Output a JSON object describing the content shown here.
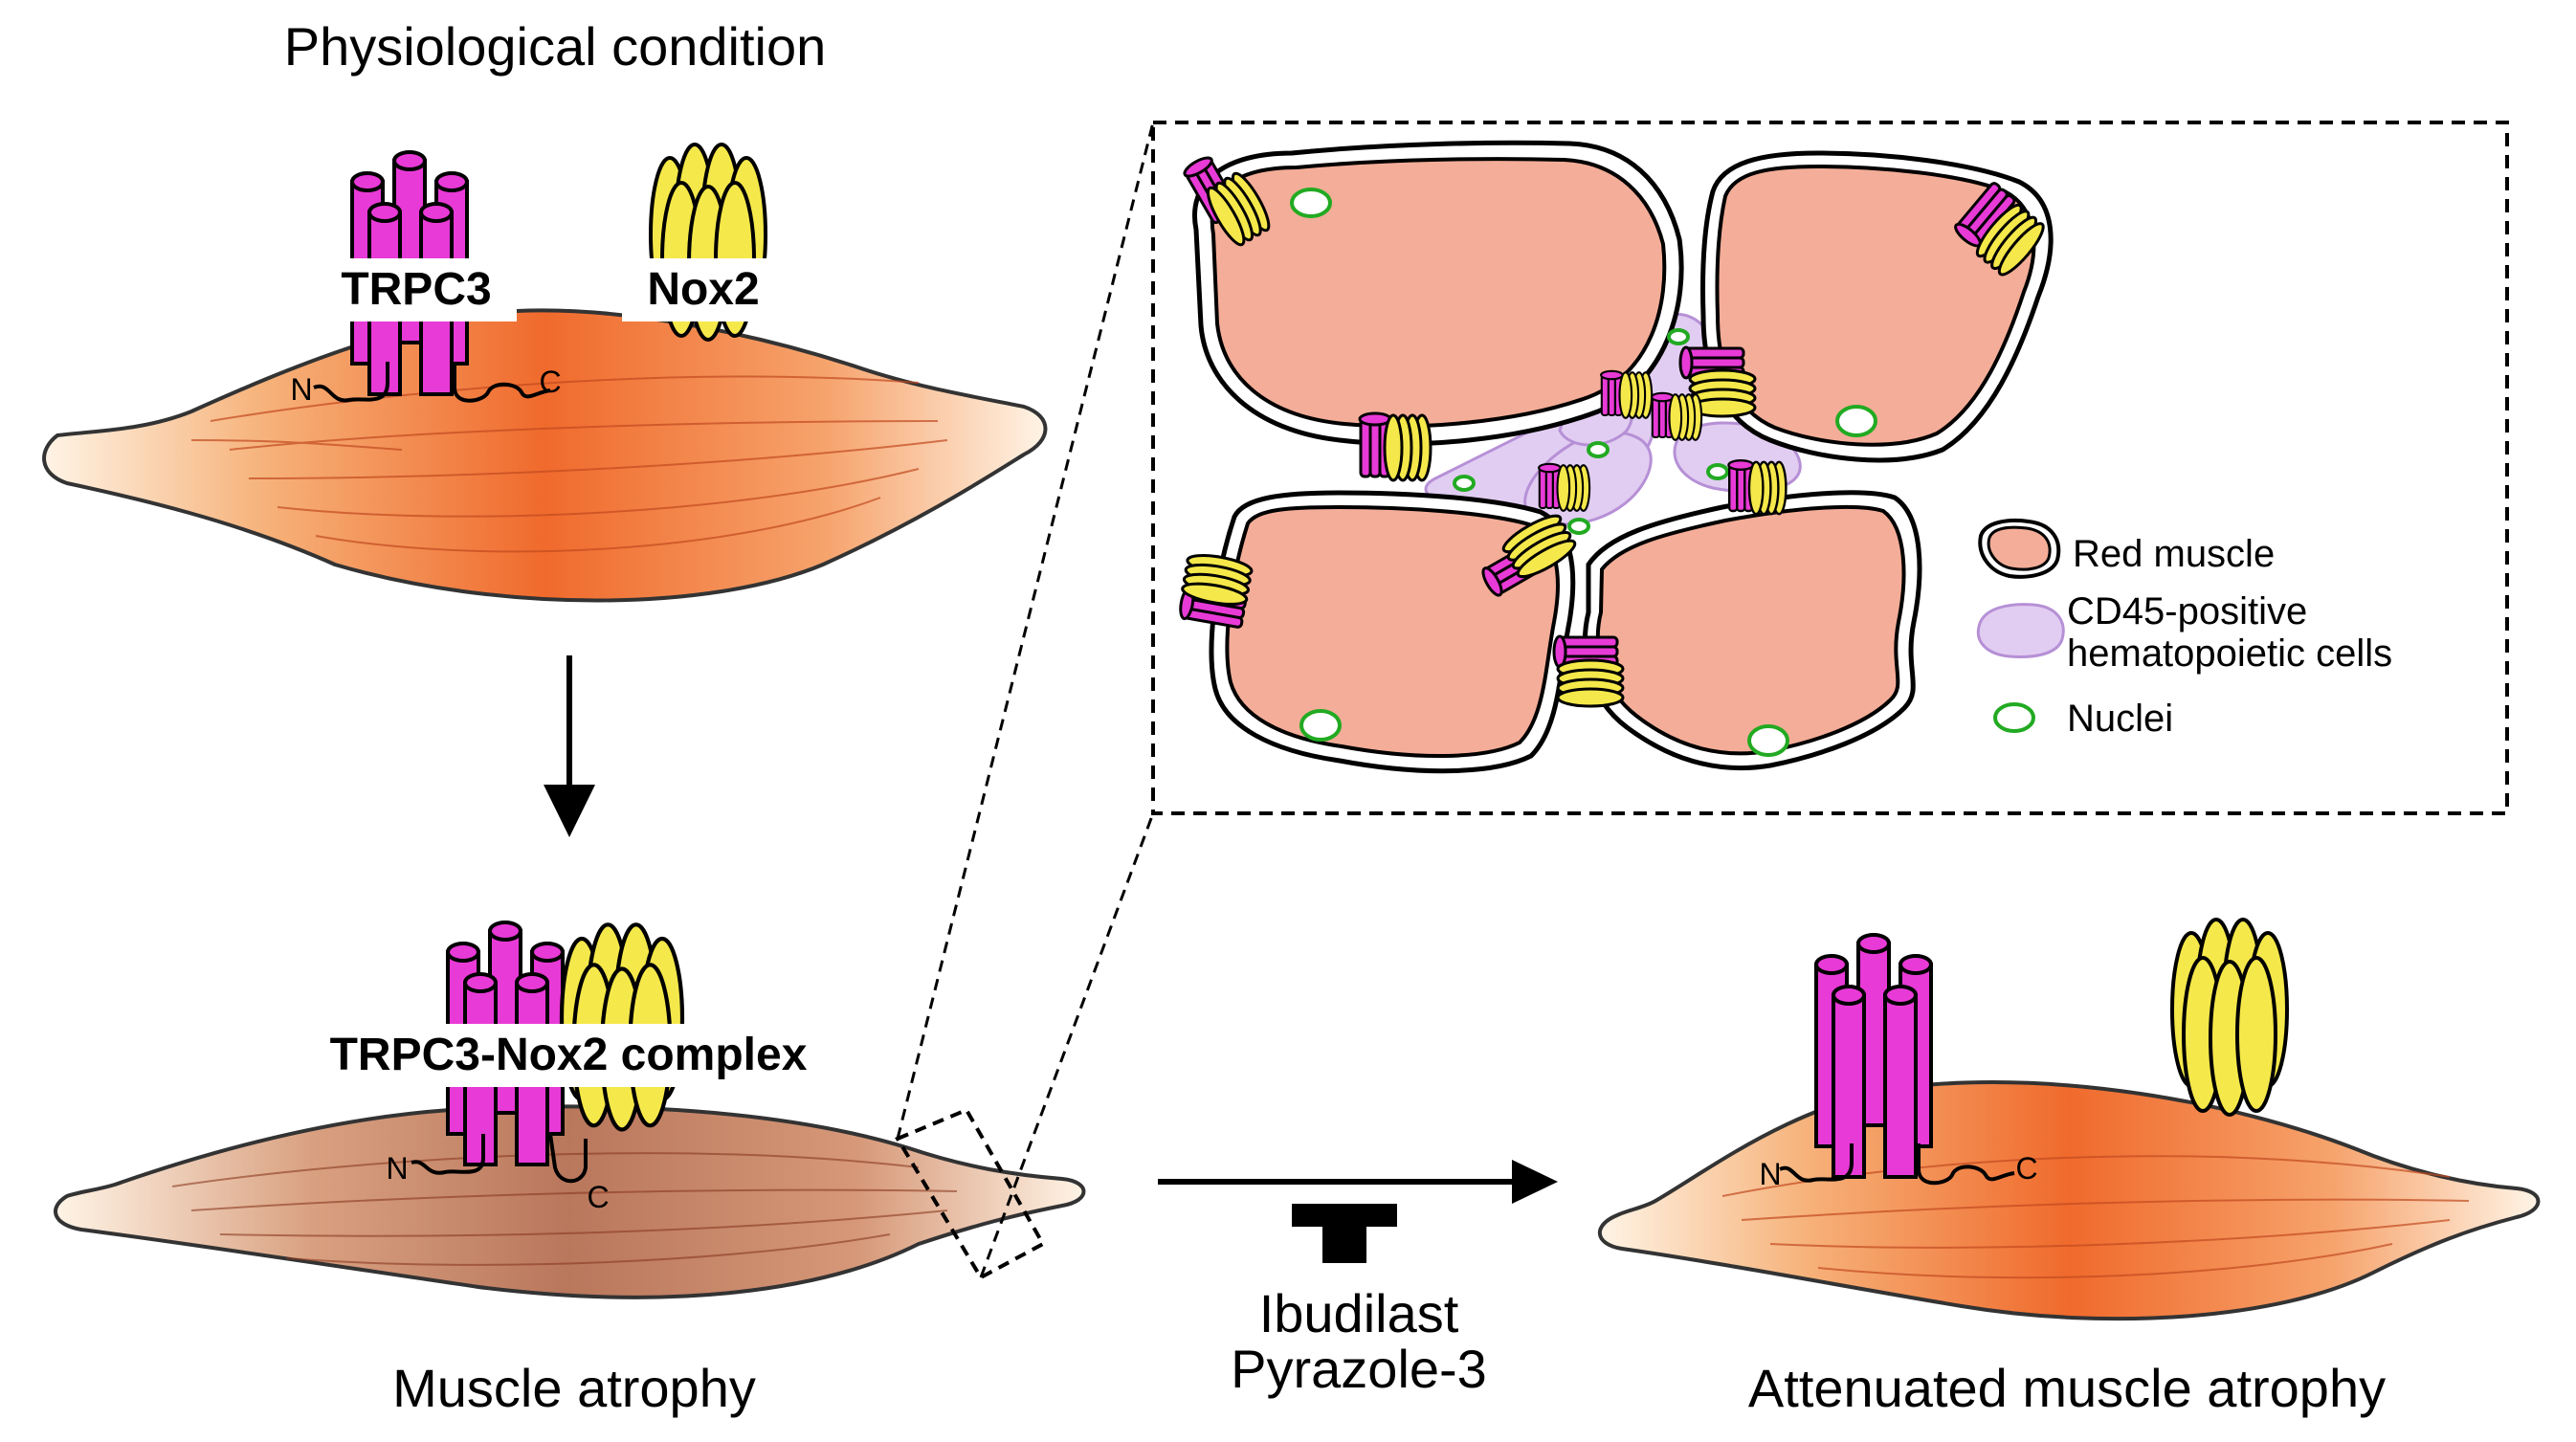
{
  "diagram": {
    "title_physiological": "Physiological condition",
    "label_trpc3": "TRPC3",
    "label_nox2": "Nox2",
    "label_complex": "TRPC3-Nox2 complex",
    "label_atrophy": "Muscle atrophy",
    "label_attenuated": "Attenuated muscle atrophy",
    "drug_1": "Ibudilast",
    "drug_2": "Pyrazole-3",
    "terminal_n": "N",
    "terminal_c": "C"
  },
  "legend": {
    "red_muscle": "Red muscle",
    "cd45_line1": "CD45-positive",
    "cd45_line2": "hematopoietic cells",
    "nuclei": "Nuclei"
  },
  "colors": {
    "trpc3": "#e83ad6",
    "nox2": "#f5e84a",
    "muscle_orange": "#f07030",
    "muscle_atrophy": "#b8785e",
    "red_muscle_fill": "#f4ad98",
    "hematopoietic": "#e2cdf2",
    "nucleus": "#22aa22"
  }
}
